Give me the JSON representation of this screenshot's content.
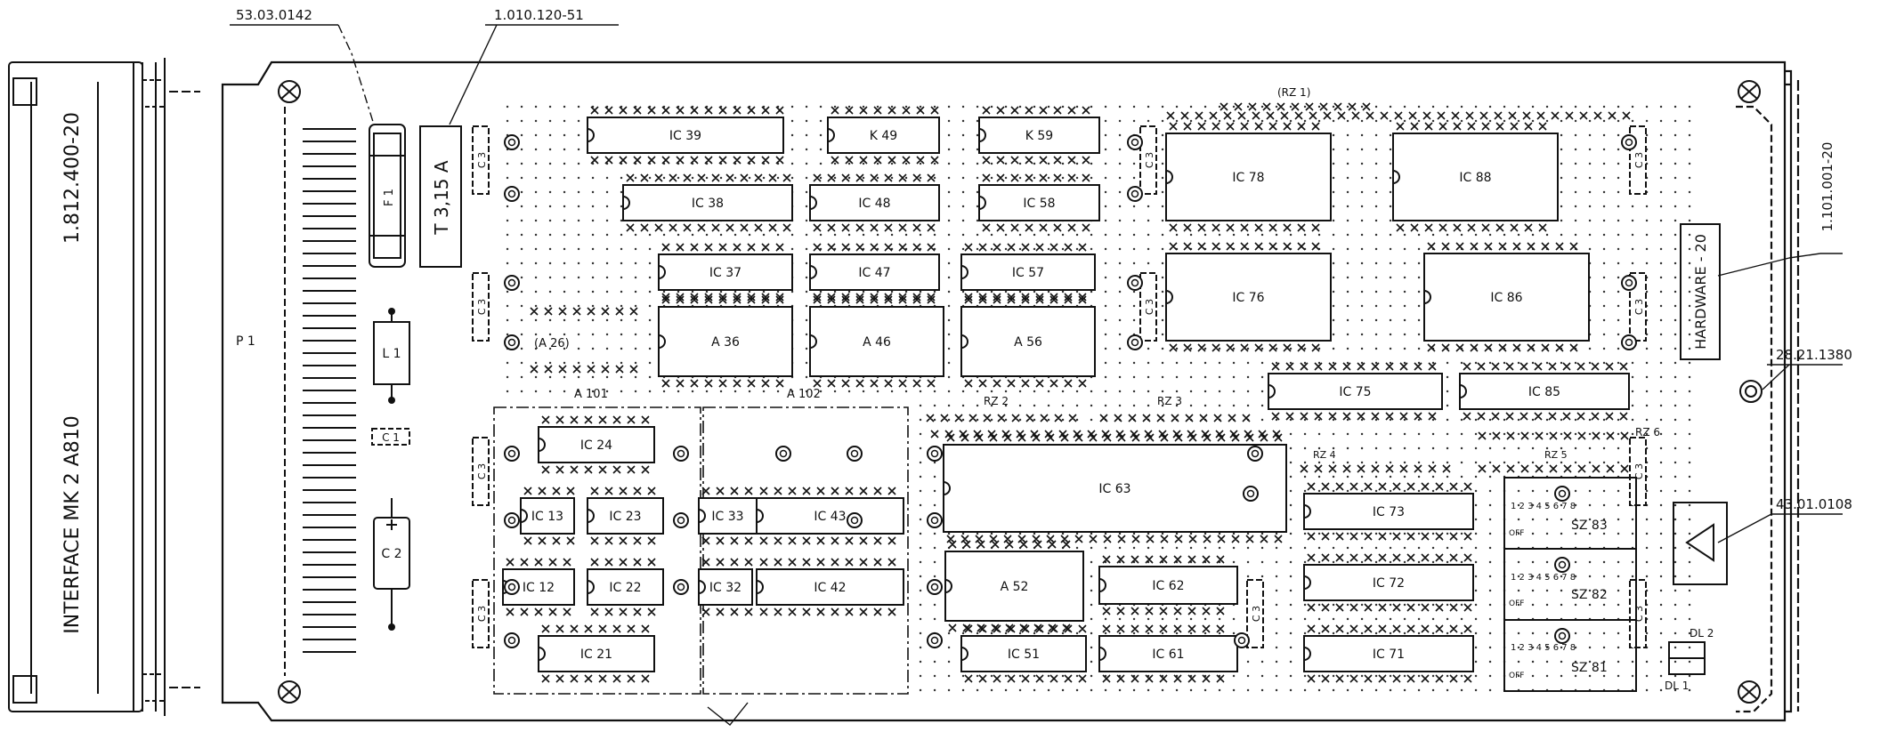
{
  "side_view": {
    "part_number": "1.812.400-20",
    "name": "INTERFACE MK 2  A810"
  },
  "callouts": {
    "fuse_holder": "53.03.0142",
    "fuse": "1.010.120-51",
    "front_panel": "1.101.001-20",
    "screw": "28.21.1380",
    "warning_label": "43.01.0108"
  },
  "connector": {
    "label": "P 1"
  },
  "passives": {
    "fuse_label": "F 1",
    "fuse_rating": "T 3,15 A",
    "inductor": "L 1",
    "cap1": "C 1",
    "cap2": "C 2",
    "c3": "C 3"
  },
  "hardware_label": "HARDWARE - 20",
  "ics": {
    "ic39": "IC 39",
    "k49": "K 49",
    "k59": "K 59",
    "ic38": "IC 38",
    "ic48": "IC 48",
    "ic58": "IC 58",
    "ic37": "IC 37",
    "ic47": "IC 47",
    "ic57": "IC 57",
    "a36": "A 36",
    "a46": "A 46",
    "a56": "A 56",
    "ic78": "IC 78",
    "ic88": "IC 88",
    "ic76": "IC 76",
    "ic86": "IC 86",
    "ic75": "IC 75",
    "ic85": "IC 85",
    "ic63": "IC 63",
    "ic73": "IC 73",
    "ic72": "IC 72",
    "ic71": "IC 71",
    "a52": "A 52",
    "ic62": "IC 62",
    "ic51": "IC 51",
    "ic61": "IC 61",
    "ic24": "IC 24",
    "ic13": "IC 13",
    "ic23": "IC 23",
    "ic33": "IC 33",
    "ic43": "IC 43",
    "ic12": "IC 12",
    "ic22": "IC 22",
    "ic32": "IC 32",
    "ic42": "IC 42",
    "ic21": "IC 21"
  },
  "areas": {
    "a26": "(A 26)",
    "a101": "A 101",
    "a102": "A 102",
    "rz1": "(RZ 1)",
    "rz2": "RZ 2",
    "rz3": "RZ 3",
    "rz4": "RZ 4",
    "rz5": "RZ 5",
    "rz6": "RZ 6"
  },
  "switches": {
    "sz83": "SZ 83",
    "sz82": "SZ 82",
    "sz81": "SZ 81",
    "off": "OFF",
    "digits": "1 2 3 4 5 6 7 8"
  },
  "leds": {
    "dl1": "DL 1",
    "dl2": "DL 2"
  }
}
